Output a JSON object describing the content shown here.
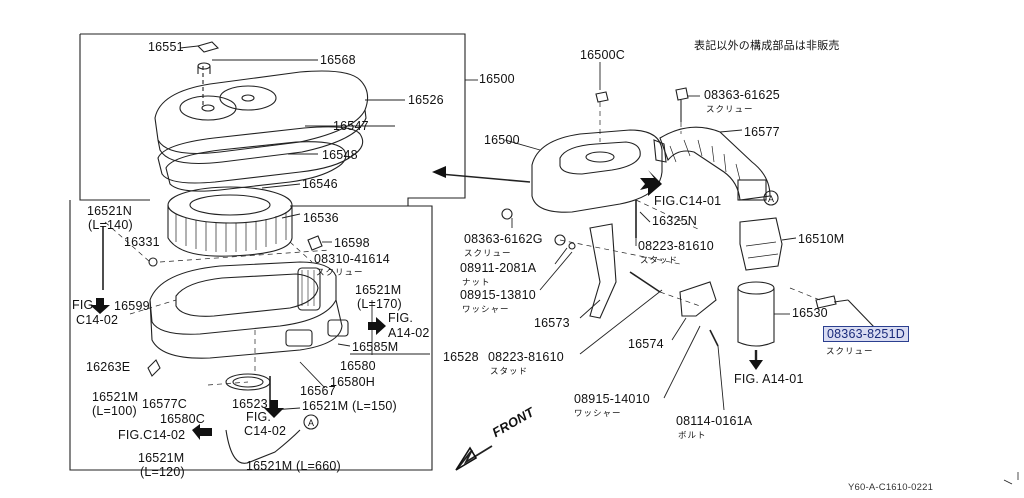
{
  "note_jp": "表記以外の構成部品は非販売",
  "figure_code": "Y60-A-C1610-0221",
  "front_label": "FRONT",
  "colors": {
    "highlight_bg": "#d9dcf2",
    "highlight_border": "#2b3f8f",
    "line": "#222222"
  },
  "parts": {
    "p16551": "16551",
    "p16568": "16568",
    "p16500_box": "16500",
    "p16526": "16526",
    "p16547": "16547",
    "p16548": "16548",
    "p16546": "16546",
    "p16521N": "16521N",
    "p16521N_len": "(L=140)",
    "p16331": "16331",
    "p16536": "16536",
    "p16598": "16598",
    "p08310": "08310-41614",
    "p08310_jp": "スクリュー",
    "fig_c1402_top": "FIG.",
    "fig_c1402_bot": "C14-02",
    "p16599": "16599",
    "p16521M_170": "16521M",
    "p16521M_170_len": "(L=170)",
    "fig_a1402_top": "FIG.",
    "fig_a1402_bot": "A14-02",
    "p16585M": "16585M",
    "p16263E": "16263E",
    "p16580": "16580",
    "p16580H": "16580H",
    "p16528": "16528",
    "p16521M_100": "16521M",
    "p16521M_100_len": "(L=100)",
    "p16577C": "16577C",
    "p16567": "16567",
    "p16523": "16523",
    "p16521M_150": "16521M (L=150)",
    "p16580C": "16580C",
    "fig_c1402_mid_top": "FIG.",
    "fig_c1402_mid_bot": "C14-02",
    "fig_c1402_left": "FIG.C14-02",
    "p16521M_120": "16521M",
    "p16521M_120_len": "(L=120)",
    "p16521M_660": "16521M (L=660)",
    "p16500C": "16500C",
    "p08363_61625": "08363-61625",
    "p08363_61625_jp": "スクリュー",
    "p16577": "16577",
    "p16500": "16500",
    "fig_c1401": "FIG.C14-01",
    "p16325N": "16325N",
    "p08363_6162G": "08363-6162G",
    "p08363_6162G_jp": "スクリュー",
    "p08223_81610_a": "08223-81610",
    "p08223_81610_a_jp": "スタッド",
    "p16510M": "16510M",
    "p08911": "08911-2081A",
    "p08911_jp": "ナット",
    "p08915_13810": "08915-13810",
    "p08915_13810_jp": "ワッシャー",
    "p16573": "16573",
    "p16530": "16530",
    "p08363_8251D": "08363-8251D",
    "p08363_8251D_jp": "スクリュー",
    "p08223_81610_b": "08223-81610",
    "p08223_81610_b_jp": "スタッド",
    "p16574": "16574",
    "fig_a1401": "FIG. A14-01",
    "p08915_14010": "08915-14010",
    "p08915_14010_jp": "ワッシャー",
    "p08114": "08114-0161A",
    "p08114_jp": "ボルト",
    "circle_a": "A"
  }
}
